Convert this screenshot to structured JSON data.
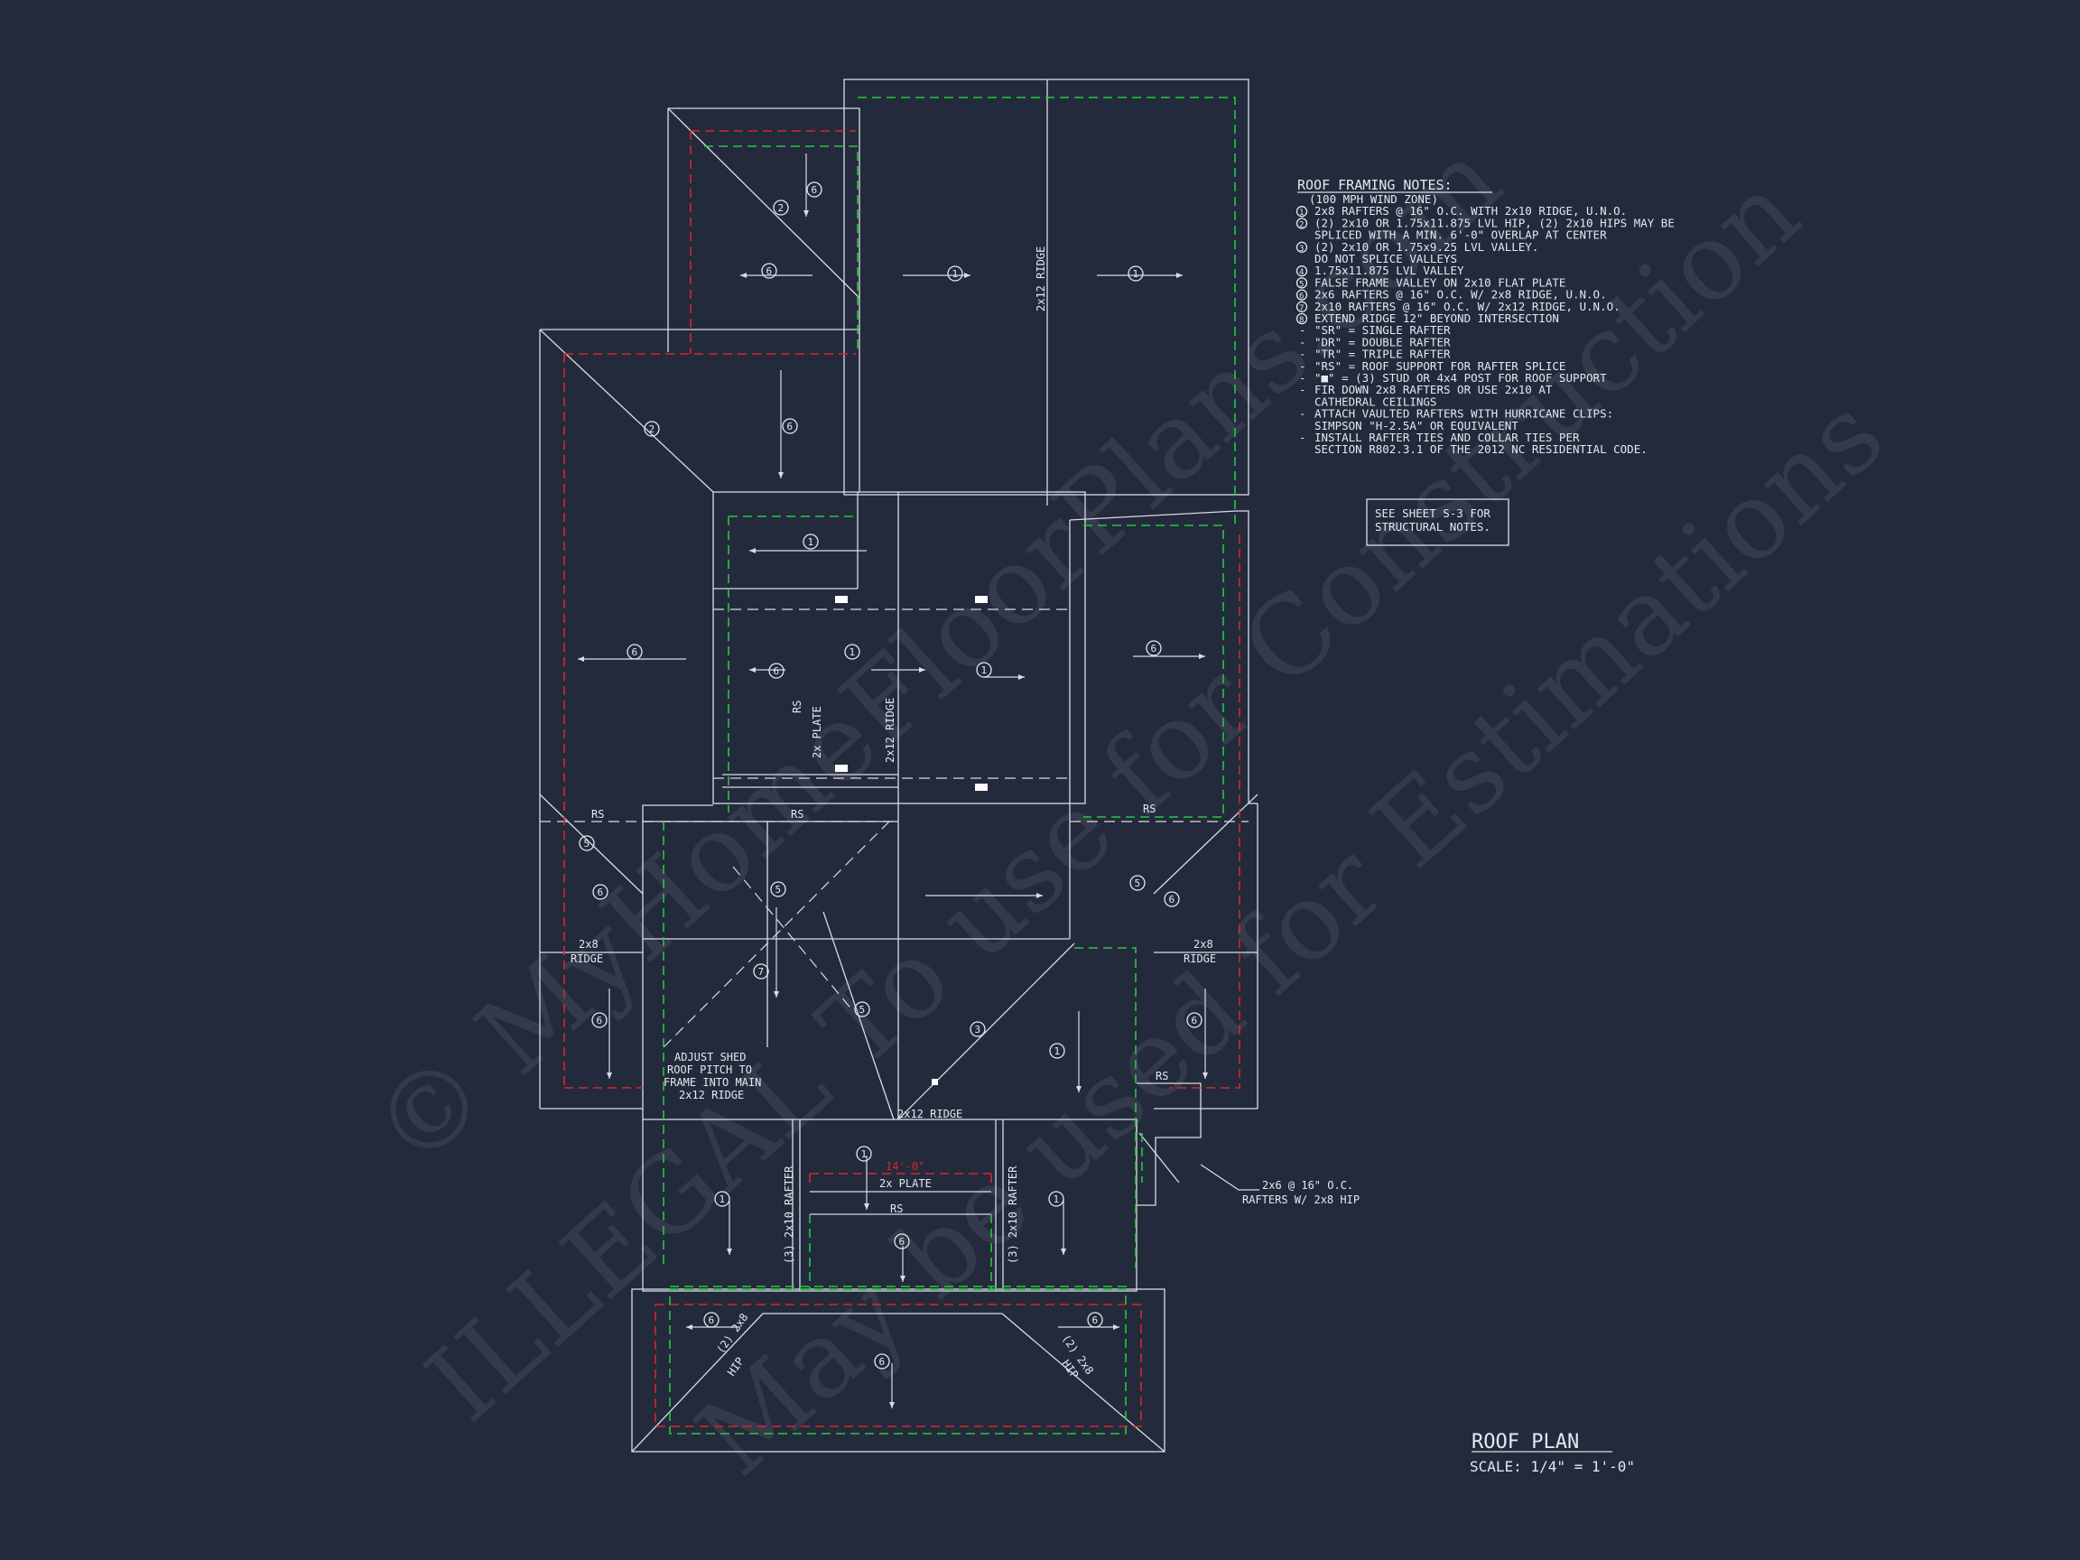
{
  "notes": {
    "title": "ROOF FRAMING NOTES:",
    "lines": [
      "(100 MPH WIND ZONE)",
      "2x8 RAFTERS @ 16\" O.C. WITH 2x10 RIDGE, U.N.O.",
      "(2) 2x10 OR 1.75x11.875 LVL HIP, (2) 2x10 HIPS MAY BE",
      "SPLICED WITH A MIN. 6'-0\" OVERLAP AT CENTER",
      "(2) 2x10 OR 1.75x9.25 LVL VALLEY.",
      "DO NOT SPLICE VALLEYS",
      "1.75x11.875 LVL VALLEY",
      "FALSE FRAME VALLEY ON 2x10 FLAT PLATE",
      "2x6 RAFTERS @ 16\" O.C. W/ 2x8 RIDGE, U.N.O.",
      "2x10 RAFTERS @ 16\" O.C. W/ 2x12 RIDGE, U.N.O.",
      "EXTEND RIDGE 12\" BEYOND INTERSECTION",
      "\"SR\" = SINGLE RAFTER",
      "\"DR\" = DOUBLE RAFTER",
      "\"TR\" = TRIPLE RAFTER",
      "\"RS\" = ROOF SUPPORT FOR RAFTER SPLICE",
      "\"■\" = (3) STUD OR 4x4 POST FOR ROOF SUPPORT",
      "FIR DOWN 2x8 RAFTERS OR USE 2x10 AT",
      "CATHEDRAL CEILINGS",
      "ATTACH VAULTED RAFTERS WITH HURRICANE CLIPS:",
      "SIMPSON \"H-2.5A\" OR EQUIVALENT",
      "INSTALL RAFTER TIES AND COLLAR TIES PER",
      "SECTION R802.3.1 OF THE 2012 NC RESIDENTIAL CODE."
    ],
    "markers": [
      "",
      "1",
      "2",
      "",
      "3",
      "",
      "4",
      "5",
      "6",
      "7",
      "8",
      "-",
      "-",
      "-",
      "-",
      "-",
      "-",
      "",
      "-",
      "",
      "-",
      ""
    ]
  },
  "see_sheet": {
    "line1": "SEE SHEET S-3 FOR",
    "line2": "STRUCTURAL NOTES."
  },
  "plan_title": {
    "title": "ROOF PLAN",
    "scale": "SCALE: 1/4\" = 1'-0\""
  },
  "callout": {
    "line1": "2x6 @ 16\" O.C.",
    "line2": "RAFTERS W/ 2x8 HIP"
  },
  "labels": {
    "ridge_2x12": "2x12 RIDGE",
    "ridge_2x8": "2x8",
    "ridge_word": "RIDGE",
    "rs": "RS",
    "plate_2x": "2x  PLATE",
    "plate_bottom": "2x  PLATE",
    "rafter_3_2x10": "(3) 2x10 RAFTER",
    "hip_2_2x8_a": "(2) 2x8",
    "hip_word": "HIP",
    "adjust_1": "ADJUST SHED",
    "adjust_2": "ROOF PITCH TO",
    "adjust_3": "FRAME INTO MAIN",
    "adjust_4": "2x12 RIDGE",
    "dim_small": "14'-0\""
  },
  "watermark": {
    "line1": "© MyHomeFloorPlans.com",
    "line2": "ILLEGAL To use for Construction",
    "line3": "May be used for Estimations"
  },
  "colors": {
    "background": "#232a3c",
    "linework": "#d9dce6",
    "eave_green": "#25c93a",
    "eave_red": "#d8262b"
  }
}
